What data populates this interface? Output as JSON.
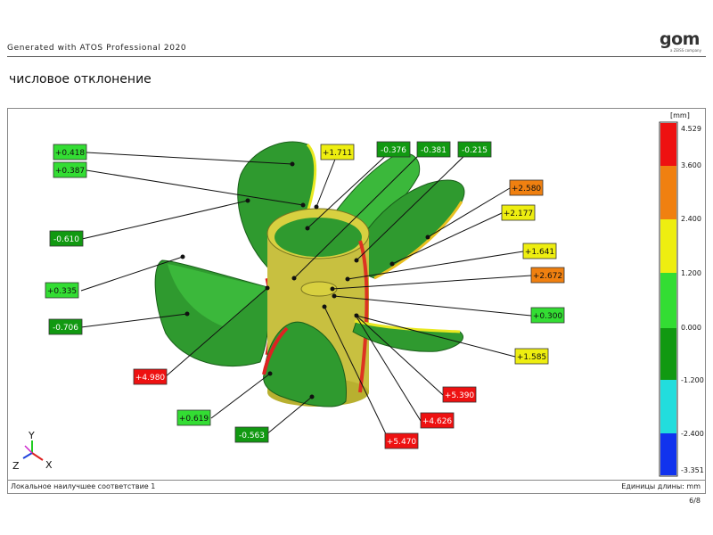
{
  "header": {
    "generated": "Generated with ATOS Professional 2020",
    "logo": "gom",
    "logo_sub": "a ZEISS company"
  },
  "title": "числовое отклонение",
  "footer": {
    "left": "Локальное наилучшее соответствие 1",
    "right": "Единицы длины: mm",
    "page": "6/8"
  },
  "colorbar": {
    "unit": "[mm]",
    "ticks": [
      "4.529",
      "3.600",
      "2.400",
      "1.200",
      "0.000",
      "-1.200",
      "-2.400",
      "-3.351"
    ],
    "bands": [
      "#ee1111",
      "#f08010",
      "#eeee10",
      "#33dd33",
      "#119911",
      "#22dddd",
      "#1133ee"
    ]
  },
  "axes": {
    "y": "Y",
    "z": "Z",
    "x": "X"
  },
  "labels": [
    {
      "text": "+0.418",
      "color": "#33dd33"
    },
    {
      "text": "+0.387",
      "color": "#33dd33"
    },
    {
      "text": "-0.610",
      "color": "#119911"
    },
    {
      "text": "+0.335",
      "color": "#33dd33"
    },
    {
      "text": "-0.706",
      "color": "#119911"
    },
    {
      "text": "+4.980",
      "color": "#ee1111"
    },
    {
      "text": "+0.619",
      "color": "#33dd33"
    },
    {
      "text": "-0.563",
      "color": "#119911"
    },
    {
      "text": "+1.711",
      "color": "#eeee10"
    },
    {
      "text": "-0.376",
      "color": "#119911"
    },
    {
      "text": "-0.381",
      "color": "#119911"
    },
    {
      "text": "-0.215",
      "color": "#119911"
    },
    {
      "text": "+2.580",
      "color": "#f08010"
    },
    {
      "text": "+2.177",
      "color": "#eeee10"
    },
    {
      "text": "+1.641",
      "color": "#eeee10"
    },
    {
      "text": "+2.672",
      "color": "#f08010"
    },
    {
      "text": "+0.300",
      "color": "#33dd33"
    },
    {
      "text": "+1.585",
      "color": "#eeee10"
    },
    {
      "text": "+5.390",
      "color": "#ee1111"
    },
    {
      "text": "+4.626",
      "color": "#ee1111"
    },
    {
      "text": "+5.470",
      "color": "#ee1111"
    }
  ]
}
